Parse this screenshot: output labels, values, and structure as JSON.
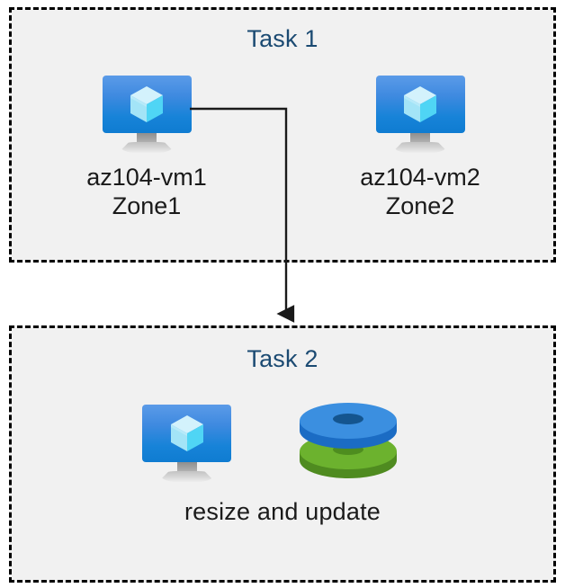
{
  "diagram": {
    "title": "Azure VM tasks flow diagram",
    "background_color": "#ffffff",
    "box_fill_color": "#f1f1f1",
    "box_border_color": "#000000",
    "heading_color": "#1b4a72",
    "label_color": "#1a1a1a",
    "connector_color": "#1a1a1a"
  },
  "task1": {
    "title": "Task 1",
    "nodes": [
      {
        "id": "az104-vm1",
        "icon": "virtual-machine-icon",
        "label": "az104-vm1\nZone1",
        "name": "az104-vm1",
        "zone": "Zone1"
      },
      {
        "id": "az104-vm2",
        "icon": "virtual-machine-icon",
        "label": "az104-vm2\nZone2",
        "name": "az104-vm2",
        "zone": "Zone2"
      }
    ]
  },
  "task2": {
    "title": "Task 2",
    "caption": "resize and update",
    "nodes": [
      {
        "id": "vm-resize",
        "icon": "virtual-machine-icon"
      },
      {
        "id": "managed-disks",
        "icon": "disks-icon"
      }
    ]
  },
  "connector": {
    "from": "az104-vm1",
    "to": "task2",
    "style": "elbow-arrow",
    "arrowhead": "filled-triangle"
  },
  "colors": {
    "vm_screen_top": "#5b9be8",
    "vm_screen_bottom": "#0f7cd1",
    "cube_top": "#cdf0fb",
    "cube_left": "#a8e7f8",
    "cube_right": "#4fd5f5",
    "disk_blue_top": "#3b8fe0",
    "disk_blue_side": "#1b6cc4",
    "disk_blue_hole": "#14558f",
    "disk_green_top": "#6cb22e",
    "disk_green_side": "#4f8b20",
    "disk_green_hole": "#4e8d1f",
    "stand_gray": "#bdbdbd"
  }
}
